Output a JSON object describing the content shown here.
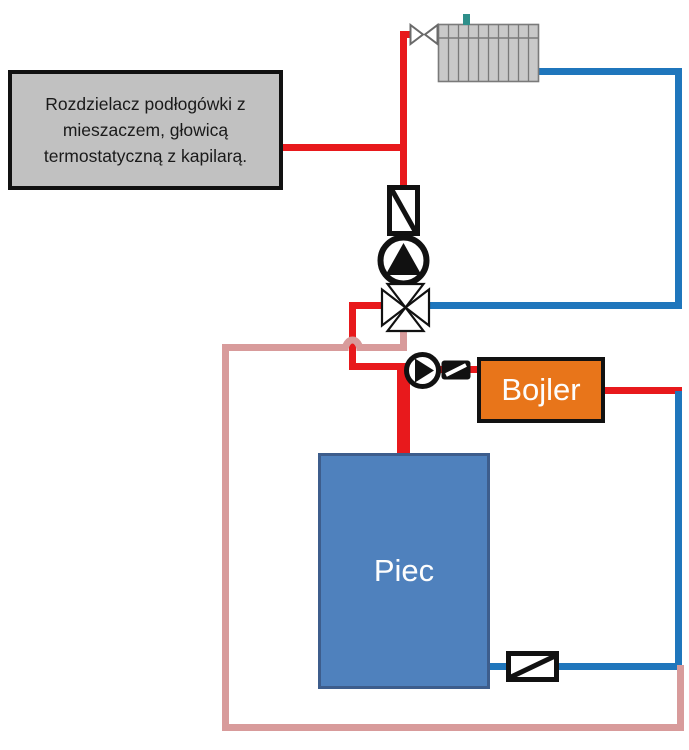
{
  "labels": {
    "manifold_note": "Rozdzielacz podłogówki z mieszaczem, głowicą termostatyczną z kapilarą.",
    "furnace": "Piec",
    "dhw_tank": "Bojler"
  },
  "palette": {
    "canvas_bg": "#ffffff",
    "pipe_hot": "#e8191c",
    "pipe_return_cold": "#1f76bc",
    "pipe_floor_loop": "#d89b9b",
    "symbol_outline": "#111111",
    "valve_outline_gray": "#6a6a6a",
    "label_box_fill": "#c1c1c1",
    "label_box_border": "#111111",
    "label_text": "#1a1a1a",
    "furnace_fill": "#4f81bd",
    "furnace_border": "#3d5d8c",
    "dhw_fill": "#e8751a",
    "dhw_border": "#111111",
    "box_text_light": "#fdfdfd",
    "radiator_fill": "#c9c9c9",
    "radiator_line": "#7a7a7a",
    "air_vent": "#2e8f8a"
  },
  "symbols": [
    "radiator",
    "air-vent-icon",
    "radiator-valve-icon",
    "strainer-filter-icon",
    "circulation-pump-up-icon",
    "four-way-mixing-valve-icon",
    "circulation-pump-right-icon",
    "check-valve-small-icon",
    "check-valve-large-icon",
    "pipe-crossing-bridge"
  ]
}
